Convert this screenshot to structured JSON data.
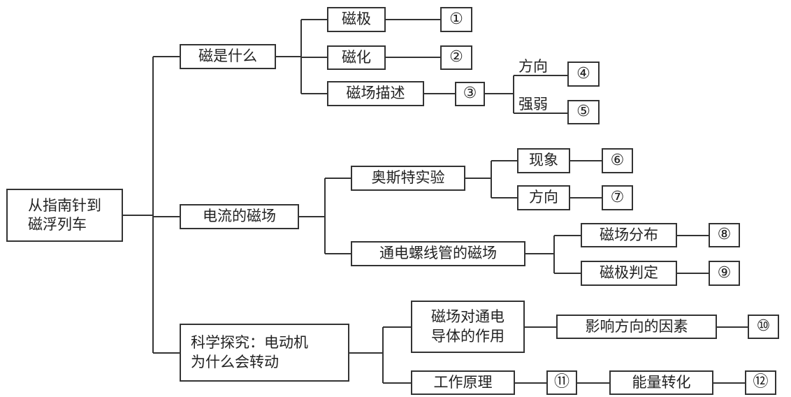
{
  "root": "从指南针到\n磁浮列车",
  "branches": {
    "what_is_magnetism": {
      "label": "磁是什么",
      "poles": {
        "label": "磁极",
        "blank": "①"
      },
      "magnetization": {
        "label": "磁化",
        "blank": "②"
      },
      "field_description": {
        "label": "磁场描述",
        "blank": "③",
        "direction": {
          "label": "方向",
          "blank": "④"
        },
        "strength": {
          "label": "强弱",
          "blank": "⑤"
        }
      }
    },
    "current_field": {
      "label": "电流的磁场",
      "oersted": {
        "label": "奥斯特实验",
        "phenomenon": {
          "label": "现象",
          "blank": "⑥"
        },
        "direction": {
          "label": "方向",
          "blank": "⑦"
        }
      },
      "solenoid": {
        "label": "通电螺线管的磁场",
        "distribution": {
          "label": "磁场分布",
          "blank": "⑧"
        },
        "pole_rule": {
          "label": "磁极判定",
          "blank": "⑨"
        }
      }
    },
    "motor": {
      "label": "科学探究：电动机\n为什么会转动",
      "force": {
        "label": "磁场对通电\n导体的作用",
        "factors": {
          "label": "影响方向的因素",
          "blank": "⑩"
        }
      },
      "principle": {
        "label": "工作原理",
        "blank": "⑪",
        "energy": {
          "label": "能量转化",
          "blank": "⑫"
        }
      }
    }
  }
}
